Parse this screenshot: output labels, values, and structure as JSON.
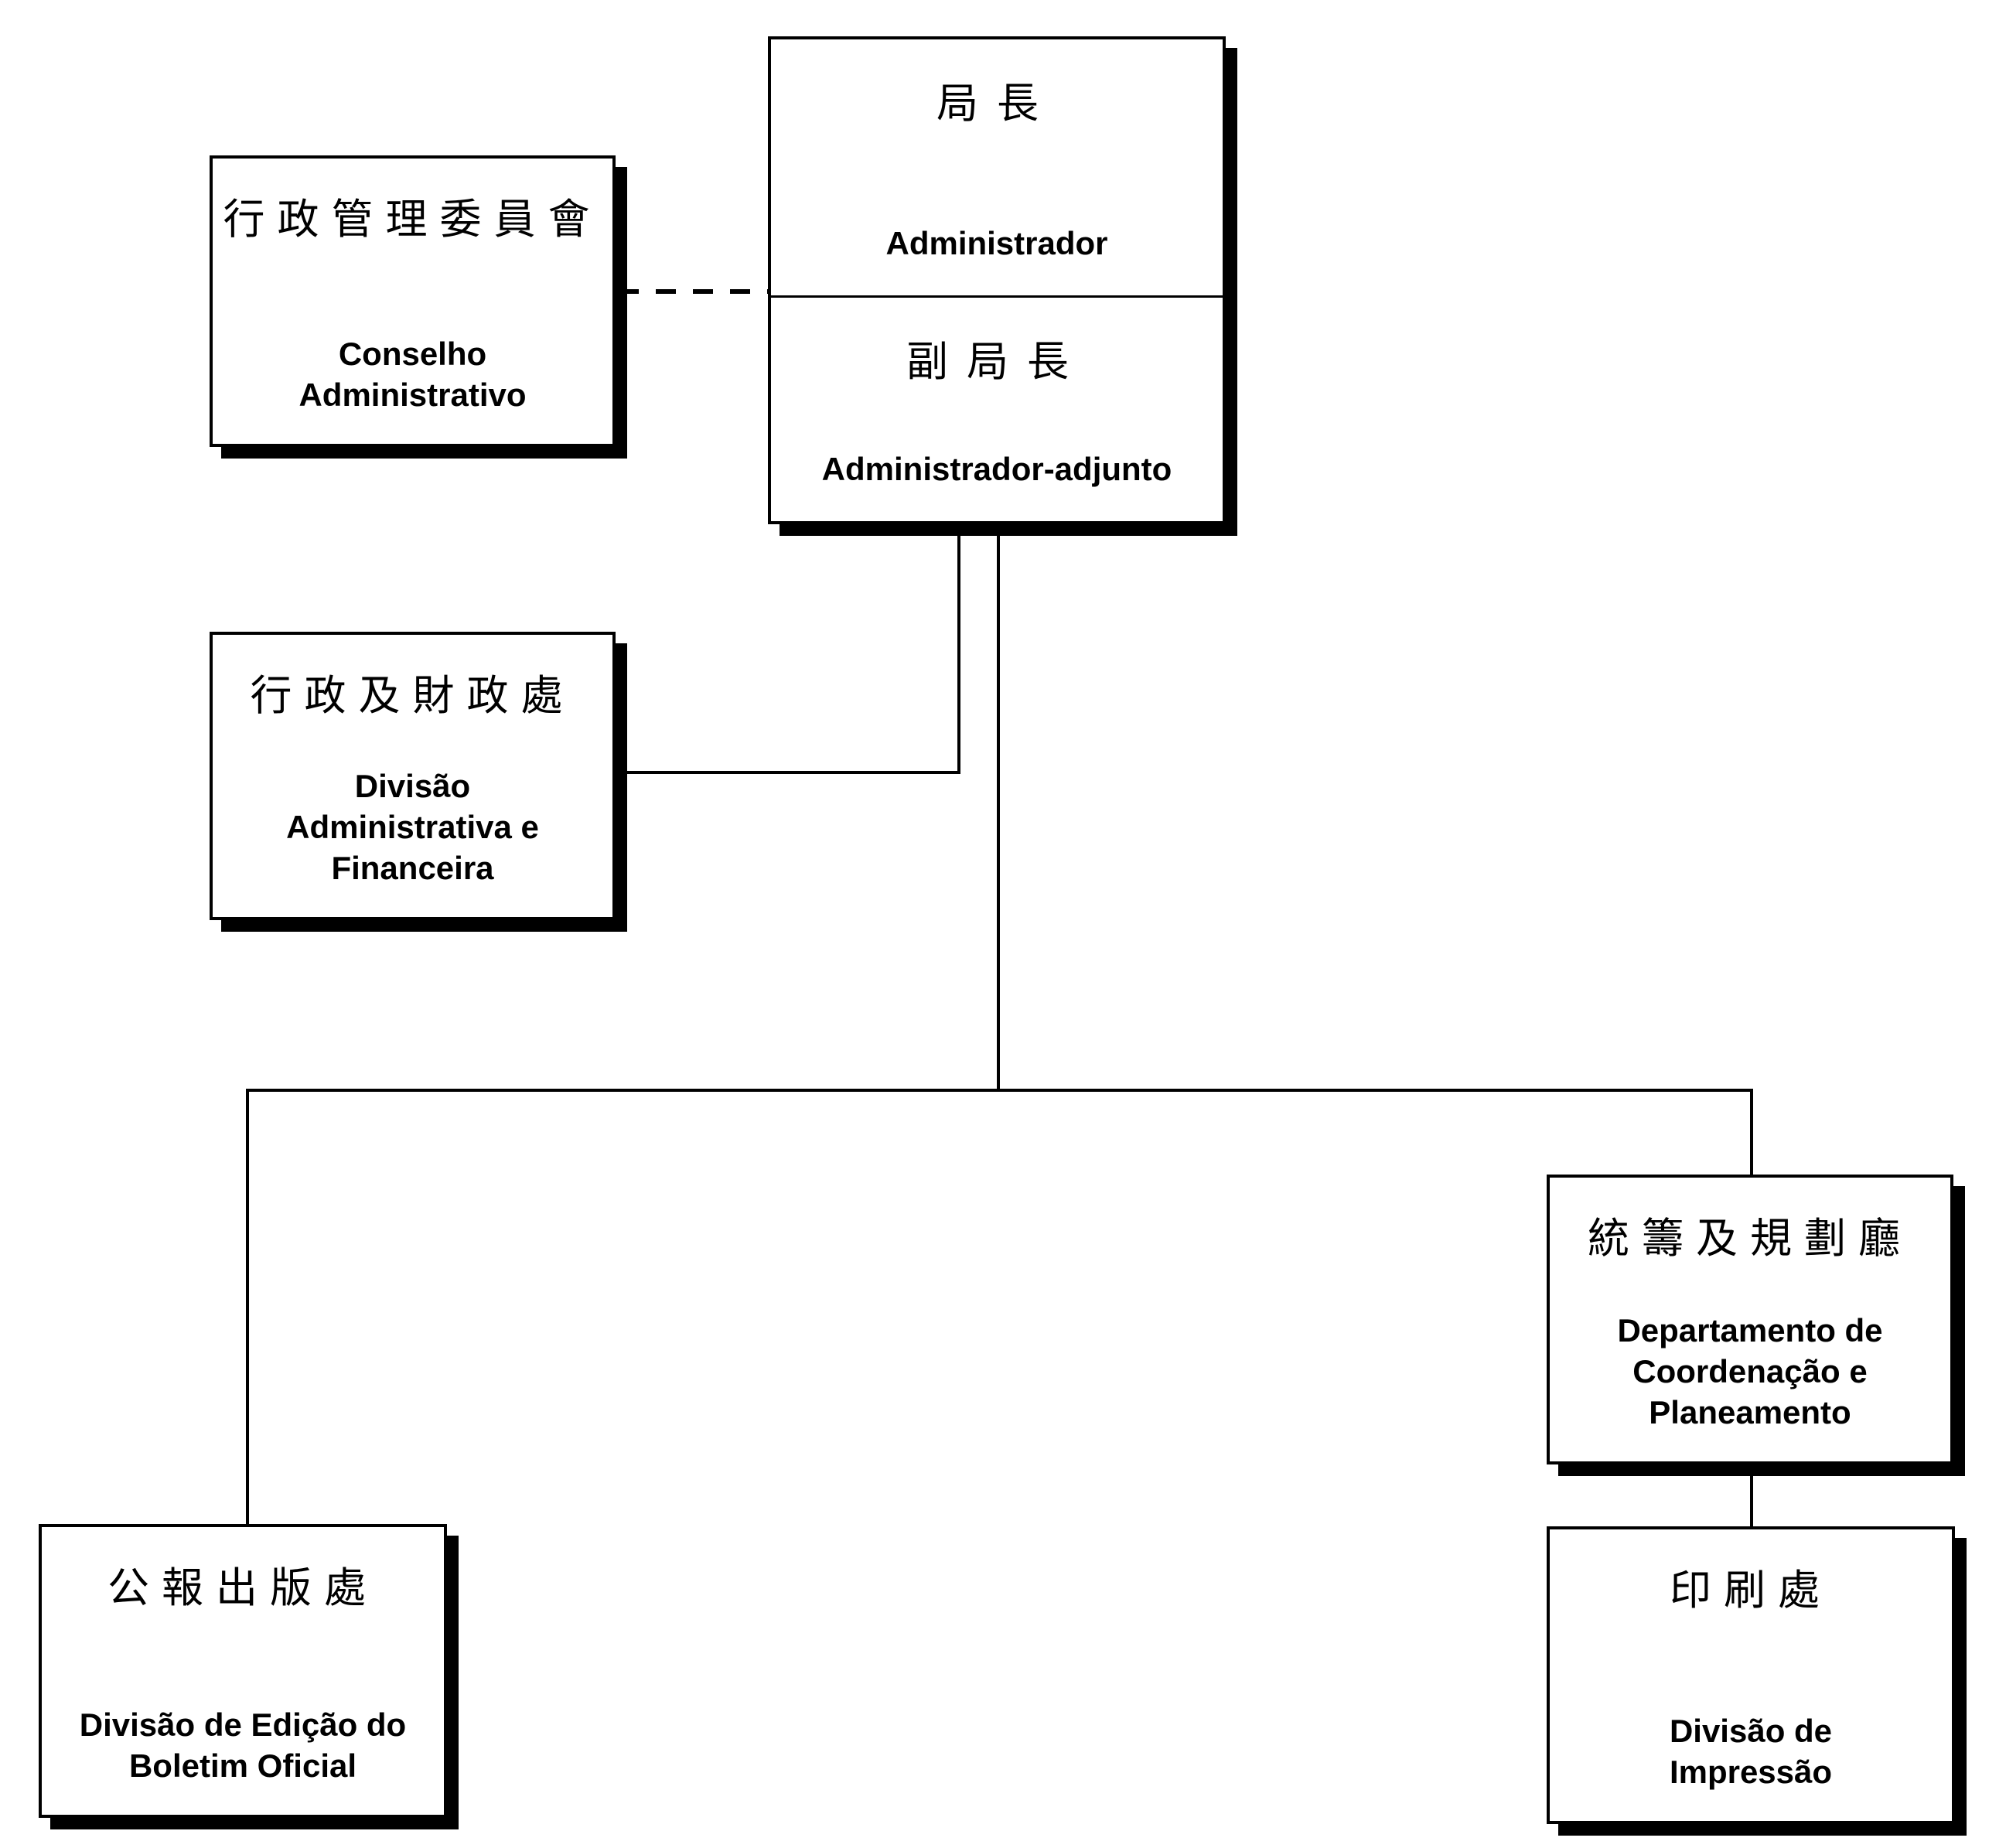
{
  "colors": {
    "background": "#ffffff",
    "box_fill": "#ffffff",
    "line": "#000000",
    "text": "#000000"
  },
  "org_chart": {
    "administrator": {
      "chief": {
        "title_zh": "局長",
        "title_pt": "Administrador"
      },
      "deputy": {
        "title_zh": "副局長",
        "title_pt": "Administrador-adjunto"
      }
    },
    "conselho": {
      "title_zh": "行政管理委員會",
      "title_pt": "Conselho\nAdministrativo"
    },
    "divisao_admin_financeira": {
      "title_zh": "行政及財政處",
      "title_pt": "Divisão\nAdministrativa e\nFinanceira"
    },
    "departamento_coordenacao": {
      "title_zh": "統籌及規劃廳",
      "title_pt": "Departamento de\nCoordenação e\nPlaneamento"
    },
    "divisao_edicao_boletim": {
      "title_zh": "公報出版處",
      "title_pt": "Divisão de Edição do\nBoletim Oficial"
    },
    "divisao_impressao": {
      "title_zh": "印刷處",
      "title_pt": "Divisão de\nImpressão"
    }
  }
}
